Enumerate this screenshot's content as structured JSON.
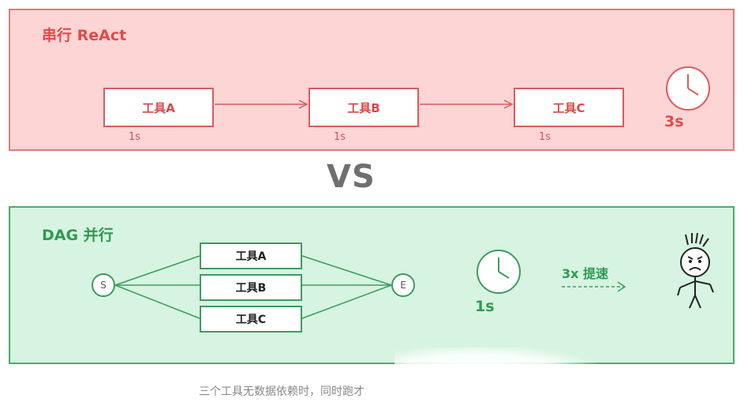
{
  "serial": {
    "title": "串行 ReAct",
    "tools": [
      {
        "label": "工具A",
        "duration": "1s"
      },
      {
        "label": "工具B",
        "duration": "1s"
      },
      {
        "label": "工具C",
        "duration": "1s"
      }
    ],
    "total_time": "3s"
  },
  "vs_label": "VS",
  "dag": {
    "title": "DAG 并行",
    "start_node": "S",
    "end_node": "E",
    "tools": [
      {
        "label": "工具A"
      },
      {
        "label": "工具B"
      },
      {
        "label": "工具C"
      }
    ],
    "total_time": "1s",
    "speedup": "3x 提速"
  },
  "caption": "三个工具无数据依赖时，同时跑才",
  "colors": {
    "serial_panel": "#fdd5d5",
    "serial_accent": "#e04b4b",
    "dag_panel": "#d6f4e1",
    "dag_accent": "#2f9a52",
    "vs": "#6f6f6f"
  },
  "icons": [
    "clock-icon",
    "clock-icon",
    "dashed-arrow-icon",
    "stick-figure-icon"
  ]
}
